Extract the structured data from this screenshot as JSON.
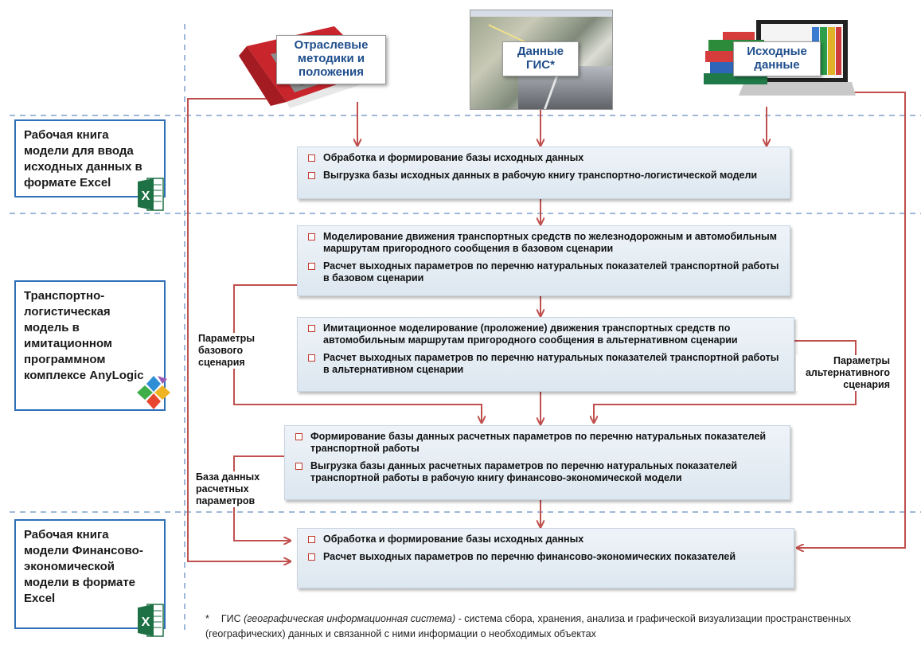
{
  "sources": {
    "methods": "Отраслевые методики и положения",
    "gis": "Данные ГИС*",
    "input": "Исходные данные"
  },
  "side": {
    "excel_input": "Рабочая книга модели для ввода исходных данных в формате Excel",
    "anylogic": "Транспортно-логистическая модель в имитационном программном комплексе AnyLogic",
    "excel_finance": "Рабочая книга модели Финансово-экономической модели в формате Excel"
  },
  "blocks": {
    "b1": {
      "i1": "Обработка и формирование базы исходных данных",
      "i2": "Выгрузка базы исходных данных в рабочую книгу транспортно-логистической модели"
    },
    "b2": {
      "i1": "Моделирование движения транспортных средств по железнодорожным и автомобильным маршрутам пригородного сообщения в базовом сценарии",
      "i2": "Расчет выходных параметров по перечню натуральных показателей транспортной работы в базовом сценарии"
    },
    "b3": {
      "i1": "Имитационное моделирование (проложение) движения транспортных средств по автомобильным маршрутам пригородного сообщения в альтернативном сценарии",
      "i2": "Расчет выходных параметров по перечню натуральных показателей транспортной работы в альтернативном сценарии"
    },
    "b4": {
      "i1": "Формирование базы данных расчетных параметров по перечню натуральных показателей транспортной работы",
      "i2": "Выгрузка базы данных расчетных параметров по перечню натуральных показателей транспортной работы в рабочую книгу финансово-экономической модели"
    },
    "b5": {
      "i1": "Обработка и формирование базы исходных данных",
      "i2": "Расчет выходных параметров по перечню финансово-экономических показателей"
    }
  },
  "labels": {
    "base_params": "Параметры базового сценария",
    "alt_params": "Параметры альтернативного сценария",
    "db_params": "База данных расчетных параметров"
  },
  "footnote": {
    "marker": "*",
    "term": "ГИС",
    "expansion": "(географическая информационная система)",
    "text": "- система сбора, хранения, анализа и графической визуализации пространственных (географических) данных и связанной с ними информации о необходимых объектах"
  },
  "icons": {
    "excel_letter": "X"
  },
  "colors": {
    "arrow": "#c0504d",
    "frame": "#2e6fb7",
    "dash": "#9fb8d8",
    "excel": "#1e7145"
  }
}
